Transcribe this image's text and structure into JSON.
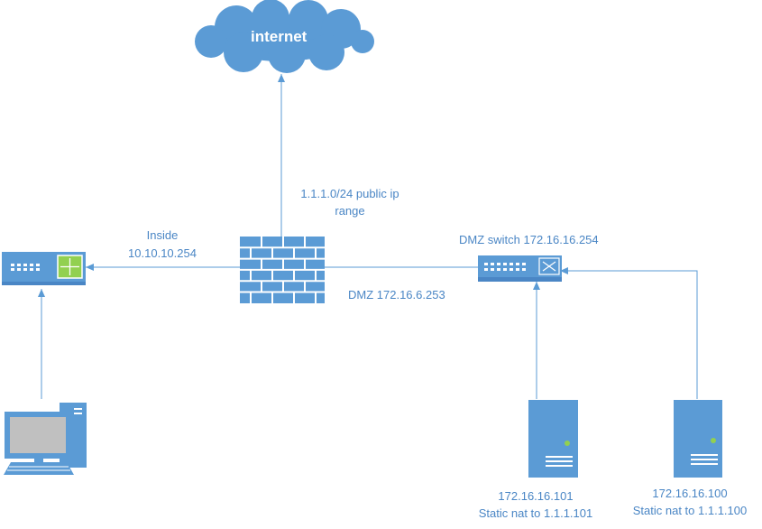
{
  "cloud": {
    "label": "internet"
  },
  "labels": {
    "public_range_line1": "1.1.1.0/24 public ip",
    "public_range_line2": "range",
    "inside_line1": "Inside",
    "inside_line2": "10.10.10.254",
    "dmz_switch": "DMZ switch 172.16.16.254",
    "dmz_interface": "DMZ 172.16.6.253"
  },
  "servers": [
    {
      "ip": "172.16.16.101",
      "nat": "Static nat to 1.1.1.101"
    },
    {
      "ip": "172.16.16.100",
      "nat": "Static nat to 1.1.1.100"
    }
  ],
  "colors": {
    "device_fill": "#5b9bd5",
    "line": "#5b9bd5",
    "label_text": "#4a86c5",
    "router_accent": "#92d050"
  }
}
